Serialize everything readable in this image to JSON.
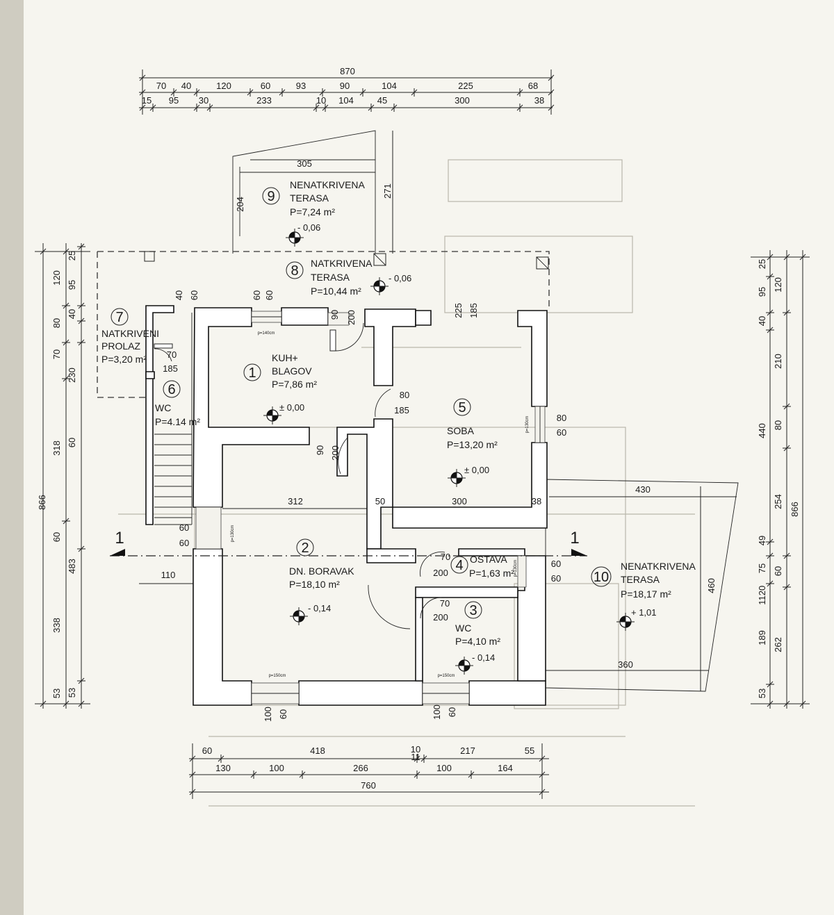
{
  "top_dims": {
    "total": "870",
    "row1": [
      "70",
      "40",
      "120",
      "60",
      "93",
      "90",
      "104",
      "225",
      "68"
    ],
    "row2": [
      "15",
      "95",
      "30",
      "233",
      "10",
      "104",
      "45",
      "300",
      "38"
    ]
  },
  "bottom_dims": {
    "row1": [
      "60",
      "418",
      "10",
      "11",
      "217",
      "55"
    ],
    "row2": [
      "130",
      "100",
      "266",
      "100",
      "164"
    ],
    "total": "760"
  },
  "left_dims": {
    "total": "866",
    "col1": [
      "120",
      "80",
      "70",
      "230",
      "318",
      "338",
      "53"
    ],
    "col2": [
      "95",
      "40",
      "60",
      "60",
      "483"
    ],
    "col3": [
      "25"
    ],
    "near": [
      "40",
      "60",
      "60",
      "60",
      "60",
      "60",
      "110",
      "60"
    ]
  },
  "right_dims": {
    "total": "866",
    "col1": [
      "120",
      "210",
      "80",
      "254",
      "60",
      "262",
      "53"
    ],
    "col2": [
      "25",
      "95",
      "40",
      "440",
      "49",
      "75",
      "20",
      "11",
      "189"
    ]
  },
  "inner_dims": [
    "305",
    "204",
    "271",
    "60",
    "60",
    "90",
    "200",
    "225",
    "185",
    "80",
    "185",
    "90",
    "200",
    "80",
    "60",
    "312",
    "50",
    "300",
    "38",
    "430",
    "460",
    "360",
    "60",
    "60",
    "70",
    "200",
    "70",
    "200",
    "100",
    "60",
    "100",
    "60",
    "185",
    "70"
  ],
  "openings": [
    "p=140cm",
    "p=130cm",
    "p=130cm",
    "p=130cm",
    "p=150cm",
    "p=150cm"
  ],
  "rooms": [
    {
      "num": "1",
      "name": "KUH+",
      "name2": "BLAGOV",
      "area": "P=7,86 m²",
      "level": "± 0,00"
    },
    {
      "num": "2",
      "name": "DN. BORAVAK",
      "area": "P=18,10 m²",
      "level": "- 0,14"
    },
    {
      "num": "3",
      "name": "WC",
      "area": "P=4,10 m²",
      "level": "- 0,14"
    },
    {
      "num": "4",
      "name": "OSTAVA",
      "area": "P=1,63 m²"
    },
    {
      "num": "5",
      "name": "SOBA",
      "area": "P=13,20 m²",
      "level": "± 0,00"
    },
    {
      "num": "6",
      "name": "WC",
      "area": "P=4.14 m²"
    },
    {
      "num": "7",
      "name": "NATKRIVENI",
      "name2": "PROLAZ",
      "area": "P=3,20 m²"
    },
    {
      "num": "8",
      "name": "NATKRIVENA",
      "name2": "TERASA",
      "area": "P=10,44 m²",
      "level": "- 0,06"
    },
    {
      "num": "9",
      "name": "NENATKRIVENA",
      "name2": "TERASA",
      "area": "P=7,24 m²",
      "level": "- 0,06"
    },
    {
      "num": "10",
      "name": "NENATKRIVENA",
      "name2": "TERASA",
      "area": "P=18,17 m²",
      "level": "+ 1,01"
    }
  ],
  "section_marks": [
    "1",
    "1"
  ],
  "colors": {
    "paper": "#f6f5ef",
    "ink": "#1a1a1a",
    "ghost": "#b9b6ab",
    "backdrop": "#d9d6cc"
  }
}
